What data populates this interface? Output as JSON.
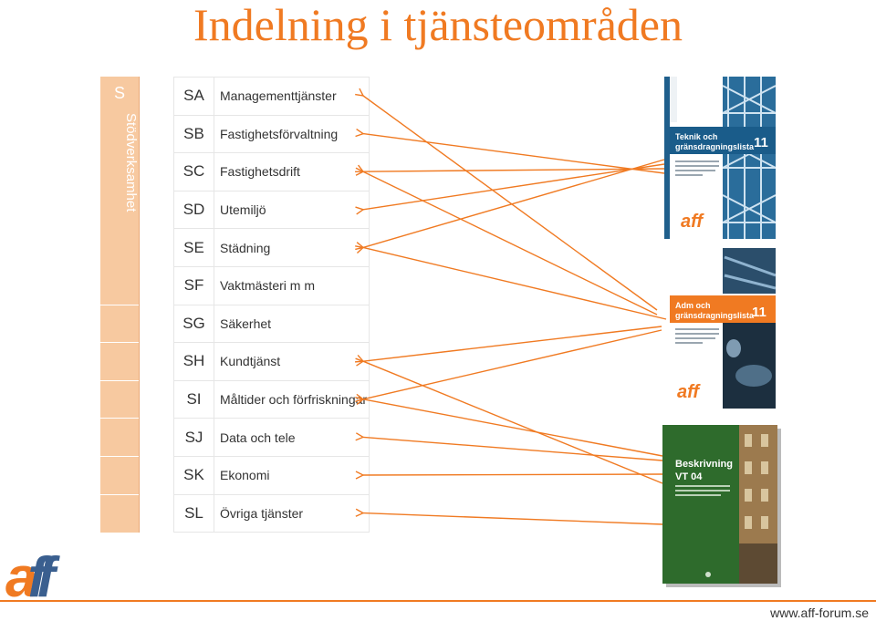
{
  "title": "Indelning i tjänsteområden",
  "group": {
    "letter": "S",
    "label": "Stödverksamhet"
  },
  "rows": [
    {
      "code": "SA",
      "name": "Managementtjänster"
    },
    {
      "code": "SB",
      "name": "Fastighetsförvaltning"
    },
    {
      "code": "SC",
      "name": "Fastighetsdrift"
    },
    {
      "code": "SD",
      "name": "Utemiljö"
    },
    {
      "code": "SE",
      "name": "Städning"
    },
    {
      "code": "SF",
      "name": "Vaktmästeri m m"
    },
    {
      "code": "SG",
      "name": "Säkerhet"
    },
    {
      "code": "SH",
      "name": "Kundtjänst"
    },
    {
      "code": "SI",
      "name": "Måltider och förfriskningar"
    },
    {
      "code": "SJ",
      "name": "Data och tele"
    },
    {
      "code": "SK",
      "name": "Ekonomi"
    },
    {
      "code": "SL",
      "name": "Övriga tjänster"
    }
  ],
  "documents": [
    {
      "title_line1": "Teknik och",
      "title_line2": "gränsdragningslista",
      "number": "11",
      "logo": "aff"
    },
    {
      "title_line1": "Adm och",
      "title_line2": "gränsdragningslista",
      "number": "11",
      "logo": "aff"
    },
    {
      "title_line1": "Beskrivning",
      "title_line2": "VT 04"
    }
  ],
  "logo": {
    "a": "a",
    "ff": "ff"
  },
  "footer_url": "www.aff-forum.se",
  "colors": {
    "accent": "#F07A22",
    "group_fill": "#F7C9A0",
    "doc_blue": "#1f5f8c",
    "doc_green": "#2e6b2c"
  }
}
